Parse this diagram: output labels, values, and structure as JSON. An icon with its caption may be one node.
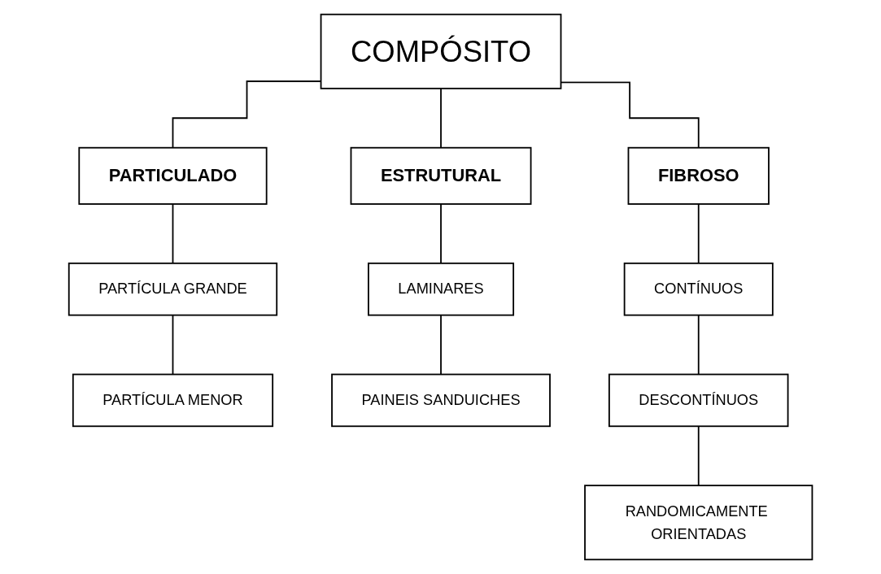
{
  "diagram": {
    "nodes": [
      {
        "text": [
          "COMPÓSITO"
        ]
      },
      {
        "text": [
          "PARTICULADO"
        ]
      },
      {
        "text": [
          "ESTRUTURAL"
        ]
      },
      {
        "text": [
          "FIBROSO"
        ]
      },
      {
        "text": [
          "PARTÍCULA GRANDE"
        ]
      },
      {
        "text": [
          "PARTÍCULA MENOR"
        ]
      },
      {
        "text": [
          "LAMINARES"
        ]
      },
      {
        "text": [
          "PAINEIS SANDUICHES"
        ]
      },
      {
        "text": [
          "CONTÍNUOS"
        ]
      },
      {
        "text": [
          "DESCONTÍNUOS"
        ]
      },
      {
        "text": [
          "RANDOMICAMENTE ORIENTADAS"
        ]
      }
    ],
    "edges": [
      {
        "from": 0,
        "to": 1,
        "arrow": "none"
      },
      {
        "from": 0,
        "to": 2,
        "arrow": "none"
      },
      {
        "from": 0,
        "to": 3,
        "arrow": "none"
      },
      {
        "from": 1,
        "to": 4,
        "arrow": "none"
      },
      {
        "from": 4,
        "to": 5,
        "arrow": "none"
      },
      {
        "from": 2,
        "to": 6,
        "arrow": "none"
      },
      {
        "from": 6,
        "to": 7,
        "arrow": "none"
      },
      {
        "from": 3,
        "to": 8,
        "arrow": "none"
      },
      {
        "from": 8,
        "to": 9,
        "arrow": "none"
      },
      {
        "from": 9,
        "to": 10,
        "arrow": "none"
      }
    ]
  }
}
